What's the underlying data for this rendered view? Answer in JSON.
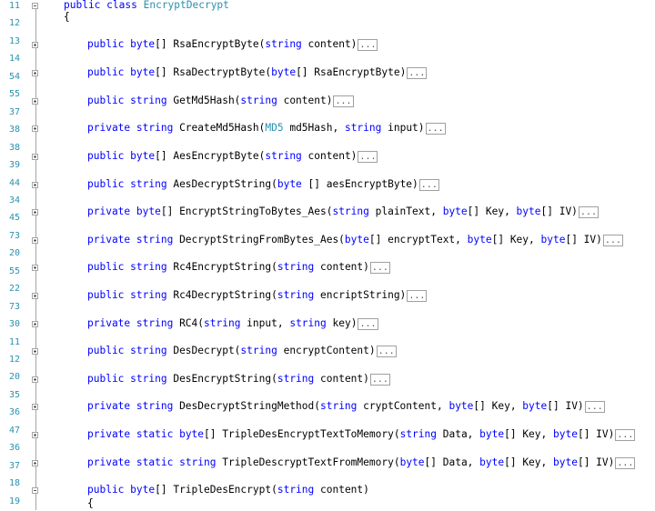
{
  "editor": {
    "gutter_numbers": [
      "11",
      "12",
      "13",
      "14",
      "54",
      "55",
      "37",
      "38",
      "38",
      "39",
      "44",
      "34",
      "45",
      "73",
      "20",
      "55",
      "22",
      "73",
      "30",
      "11",
      "12",
      "20",
      "35",
      "36",
      "47",
      "36",
      "37",
      "18",
      "19"
    ],
    "lines": [
      {
        "gutter": "plain",
        "tokens": [
          {
            "t": "public",
            "c": "kw"
          },
          {
            "t": " "
          },
          {
            "t": "class",
            "c": "kw"
          },
          {
            "t": " "
          },
          {
            "t": "EncryptDecrypt",
            "c": "ty"
          }
        ]
      },
      {
        "gutter": "plain",
        "tokens": [
          {
            "t": "{"
          }
        ]
      },
      {
        "gutter": "plain",
        "tokens": [
          {
            "t": "public",
            "c": "kw"
          },
          {
            "t": " "
          },
          {
            "t": "byte",
            "c": "kw"
          },
          {
            "t": "[] RsaEncryptByte("
          },
          {
            "t": "string",
            "c": "kw"
          },
          {
            "t": " content)"
          }
        ],
        "collapsed": "..."
      },
      {
        "gutter": "plain",
        "tokens": [
          {
            "t": "public",
            "c": "kw"
          },
          {
            "t": " "
          },
          {
            "t": "byte",
            "c": "kw"
          },
          {
            "t": "[] RsaDectryptByte("
          },
          {
            "t": "byte",
            "c": "kw"
          },
          {
            "t": "[] RsaEncryptByte)"
          }
        ],
        "collapsed": "..."
      },
      {
        "gutter": "plain",
        "tokens": [
          {
            "t": "public",
            "c": "kw"
          },
          {
            "t": " "
          },
          {
            "t": "string",
            "c": "kw"
          },
          {
            "t": " GetMd5Hash("
          },
          {
            "t": "string",
            "c": "kw"
          },
          {
            "t": " content)"
          }
        ],
        "collapsed": "..."
      },
      {
        "gutter": "plain",
        "tokens": [
          {
            "t": "private",
            "c": "kw"
          },
          {
            "t": " "
          },
          {
            "t": "string",
            "c": "kw"
          },
          {
            "t": " CreateMd5Hash("
          },
          {
            "t": "MD5",
            "c": "ty"
          },
          {
            "t": " md5Hash, "
          },
          {
            "t": "string",
            "c": "kw"
          },
          {
            "t": " input)"
          }
        ],
        "collapsed": "..."
      },
      {
        "gutter": "plain",
        "tokens": [
          {
            "t": "public",
            "c": "kw"
          },
          {
            "t": " "
          },
          {
            "t": "byte",
            "c": "kw"
          },
          {
            "t": "[] AesEncryptByte("
          },
          {
            "t": "string",
            "c": "kw"
          },
          {
            "t": " content)"
          }
        ],
        "collapsed": "..."
      },
      {
        "gutter": "plain",
        "tokens": [
          {
            "t": "public",
            "c": "kw"
          },
          {
            "t": " "
          },
          {
            "t": "string",
            "c": "kw"
          },
          {
            "t": " AesDecryptString("
          },
          {
            "t": "byte",
            "c": "kw"
          },
          {
            "t": " [] aesEncryptByte)"
          }
        ],
        "collapsed": "..."
      },
      {
        "gutter": "plain",
        "tokens": [
          {
            "t": "private",
            "c": "kw"
          },
          {
            "t": " "
          },
          {
            "t": "byte",
            "c": "kw"
          },
          {
            "t": "[] EncryptStringToBytes_Aes("
          },
          {
            "t": "string",
            "c": "kw"
          },
          {
            "t": " plainText, "
          },
          {
            "t": "byte",
            "c": "kw"
          },
          {
            "t": "[] Key, "
          },
          {
            "t": "byte",
            "c": "kw"
          },
          {
            "t": "[] IV)"
          }
        ],
        "collapsed": "..."
      },
      {
        "gutter": "plain",
        "tokens": [
          {
            "t": "private",
            "c": "kw"
          },
          {
            "t": " "
          },
          {
            "t": "string",
            "c": "kw"
          },
          {
            "t": " DecryptStringFromBytes_Aes("
          },
          {
            "t": "byte",
            "c": "kw"
          },
          {
            "t": "[] encryptText, "
          },
          {
            "t": "byte",
            "c": "kw"
          },
          {
            "t": "[] Key, "
          },
          {
            "t": "byte",
            "c": "kw"
          },
          {
            "t": "[] IV)"
          }
        ],
        "collapsed": "..."
      },
      {
        "gutter": "plain",
        "tokens": [
          {
            "t": "public",
            "c": "kw"
          },
          {
            "t": " "
          },
          {
            "t": "string",
            "c": "kw"
          },
          {
            "t": " Rc4EncryptString("
          },
          {
            "t": "string",
            "c": "kw"
          },
          {
            "t": " content)"
          }
        ],
        "collapsed": "..."
      },
      {
        "gutter": "plain",
        "tokens": [
          {
            "t": "public",
            "c": "kw"
          },
          {
            "t": " "
          },
          {
            "t": "string",
            "c": "kw"
          },
          {
            "t": " Rc4DecryptString("
          },
          {
            "t": "string",
            "c": "kw"
          },
          {
            "t": " encriptString)"
          }
        ],
        "collapsed": "..."
      },
      {
        "gutter": "plain",
        "tokens": [
          {
            "t": "private",
            "c": "kw"
          },
          {
            "t": " "
          },
          {
            "t": "string",
            "c": "kw"
          },
          {
            "t": " RC4("
          },
          {
            "t": "string",
            "c": "kw"
          },
          {
            "t": " input, "
          },
          {
            "t": "string",
            "c": "kw"
          },
          {
            "t": " key)"
          }
        ],
        "collapsed": "..."
      },
      {
        "gutter": "plain",
        "tokens": [
          {
            "t": "public",
            "c": "kw"
          },
          {
            "t": " "
          },
          {
            "t": "string",
            "c": "kw"
          },
          {
            "t": " DesDecrypt("
          },
          {
            "t": "string",
            "c": "kw"
          },
          {
            "t": " encryptContent)"
          }
        ],
        "collapsed": "..."
      },
      {
        "gutter": "plain",
        "tokens": [
          {
            "t": "public",
            "c": "kw"
          },
          {
            "t": " "
          },
          {
            "t": "string",
            "c": "kw"
          },
          {
            "t": " DesEncryptString("
          },
          {
            "t": "string",
            "c": "kw"
          },
          {
            "t": " content)"
          }
        ],
        "collapsed": "..."
      },
      {
        "gutter": "plain",
        "tokens": [
          {
            "t": "private",
            "c": "kw"
          },
          {
            "t": " "
          },
          {
            "t": "string",
            "c": "kw"
          },
          {
            "t": " DesDecryptStringMethod("
          },
          {
            "t": "string",
            "c": "kw"
          },
          {
            "t": " cryptContent, "
          },
          {
            "t": "byte",
            "c": "kw"
          },
          {
            "t": "[] Key, "
          },
          {
            "t": "byte",
            "c": "kw"
          },
          {
            "t": "[] IV)"
          }
        ],
        "collapsed": "..."
      },
      {
        "gutter": "plain",
        "tokens": [
          {
            "t": "private",
            "c": "kw"
          },
          {
            "t": " "
          },
          {
            "t": "static",
            "c": "kw"
          },
          {
            "t": " "
          },
          {
            "t": "byte",
            "c": "kw"
          },
          {
            "t": "[] TripleDesEncryptTextToMemory("
          },
          {
            "t": "string",
            "c": "kw"
          },
          {
            "t": " Data, "
          },
          {
            "t": "byte",
            "c": "kw"
          },
          {
            "t": "[] Key, "
          },
          {
            "t": "byte",
            "c": "kw"
          },
          {
            "t": "[] IV)"
          }
        ],
        "collapsed": "..."
      },
      {
        "gutter": "plain",
        "tokens": [
          {
            "t": "private",
            "c": "kw"
          },
          {
            "t": " "
          },
          {
            "t": "static",
            "c": "kw"
          },
          {
            "t": " "
          },
          {
            "t": "string",
            "c": "kw"
          },
          {
            "t": " TripleDescryptTextFromMemory("
          },
          {
            "t": "byte",
            "c": "kw"
          },
          {
            "t": "[] Data, "
          },
          {
            "t": "byte",
            "c": "kw"
          },
          {
            "t": "[] Key, "
          },
          {
            "t": "byte",
            "c": "kw"
          },
          {
            "t": "[] IV)"
          }
        ],
        "collapsed": "..."
      },
      {
        "gutter": "plain",
        "tokens": [
          {
            "t": "public",
            "c": "kw"
          },
          {
            "t": " "
          },
          {
            "t": "byte",
            "c": "kw"
          },
          {
            "t": "[] TripleDesEncrypt("
          },
          {
            "t": "string",
            "c": "kw"
          },
          {
            "t": " content)"
          }
        ]
      },
      {
        "gutter": "plain",
        "tokens": [
          {
            "t": "{"
          }
        ]
      }
    ]
  },
  "colors": {
    "keyword": "#0000ff",
    "type": "#2b91af",
    "line_number": "#2b91af",
    "text": "#000000"
  }
}
